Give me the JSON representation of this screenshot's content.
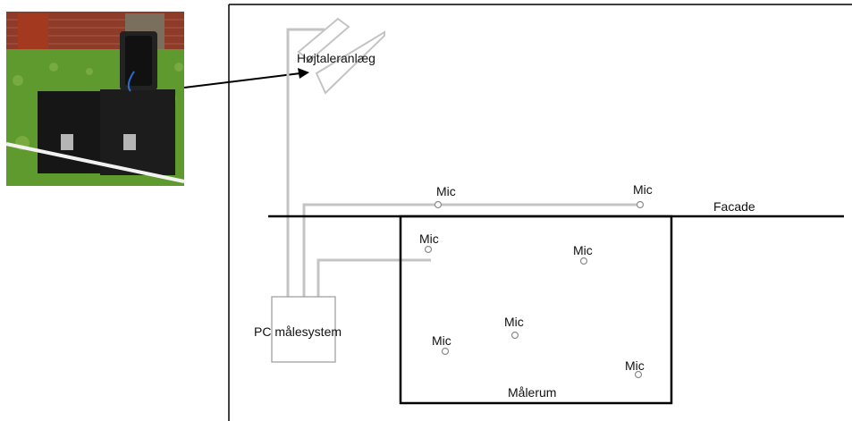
{
  "labels": {
    "speaker_system": "Højtaleranlæg",
    "facade": "Facade",
    "pc_system": "PC målesystem",
    "measurement_room": "Målerum"
  },
  "microphones": [
    {
      "label": "Mic",
      "location": "outside facade"
    },
    {
      "label": "Mic",
      "location": "outside facade"
    },
    {
      "label": "Mic",
      "location": "inside room"
    },
    {
      "label": "Mic",
      "location": "inside room"
    },
    {
      "label": "Mic",
      "location": "inside room"
    },
    {
      "label": "Mic",
      "location": "inside room"
    },
    {
      "label": "Mic",
      "location": "inside room"
    }
  ],
  "colors": {
    "cable": "#c4c4c4",
    "wall": "#000000",
    "grass": "#5c8f2e",
    "brick": "#8f3b2a",
    "speaker_cabinet": "#161616"
  },
  "photo": {
    "subject": "speaker-cabinets-photo"
  }
}
